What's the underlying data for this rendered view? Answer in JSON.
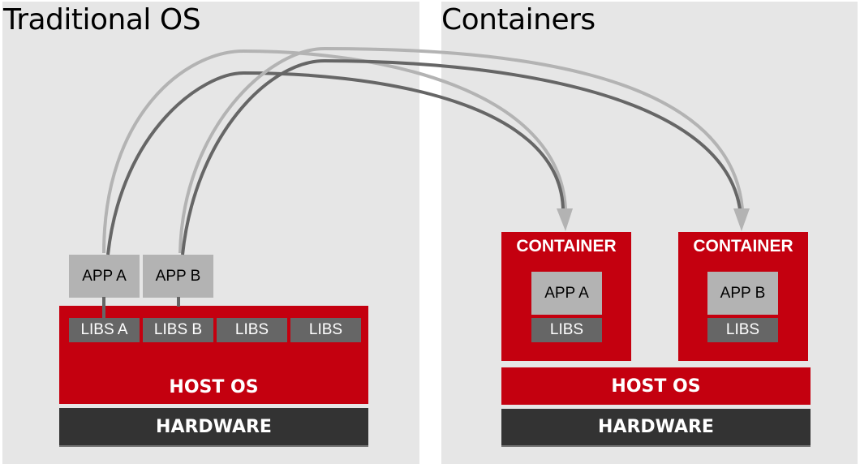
{
  "left": {
    "title": "Traditional OS",
    "apps": [
      "APP A",
      "APP B"
    ],
    "libs": [
      "LIBS A",
      "LIBS B",
      "LIBS",
      "LIBS"
    ],
    "host_os": "HOST OS",
    "hardware": "HARDWARE"
  },
  "right": {
    "title": "Containers",
    "containers": [
      {
        "label": "CONTAINER",
        "app": "APP A",
        "libs": "LIBS"
      },
      {
        "label": "CONTAINER",
        "app": "APP B",
        "libs": "LIBS"
      }
    ],
    "host_os": "HOST OS",
    "hardware": "HARDWARE"
  },
  "colors": {
    "panel_bg": "#e6e6e6",
    "red": "#c4000f",
    "app_gray": "#b3b3b3",
    "libs_gray": "#666666",
    "hardware": "#333333",
    "arrow_light": "#b3b3b3",
    "arrow_dark": "#666666"
  }
}
